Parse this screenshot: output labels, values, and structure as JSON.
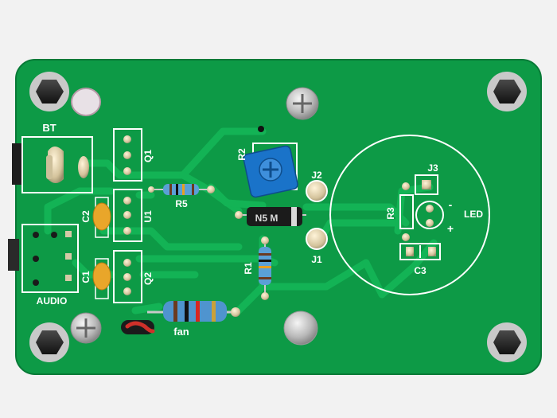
{
  "board": {
    "labels": {
      "bt": "BT",
      "audio": "AUDIO",
      "fan": "fan",
      "led": "LED",
      "q1": "Q1",
      "q2": "Q2",
      "u1": "U1",
      "c1": "C1",
      "c2": "C2",
      "c3": "C3",
      "r1": "R1",
      "r2": "R2",
      "r3": "R3",
      "r5": "R5",
      "j1": "J1",
      "j2": "J2",
      "j3": "J3",
      "led_minus": "-",
      "led_plus": "+"
    },
    "diode_marking": "N5 M",
    "colors": {
      "pcb": "#0d9a46",
      "copper_trace": "#13b355",
      "silkscreen": "#ffffff",
      "background": "#f2f2f2"
    }
  }
}
